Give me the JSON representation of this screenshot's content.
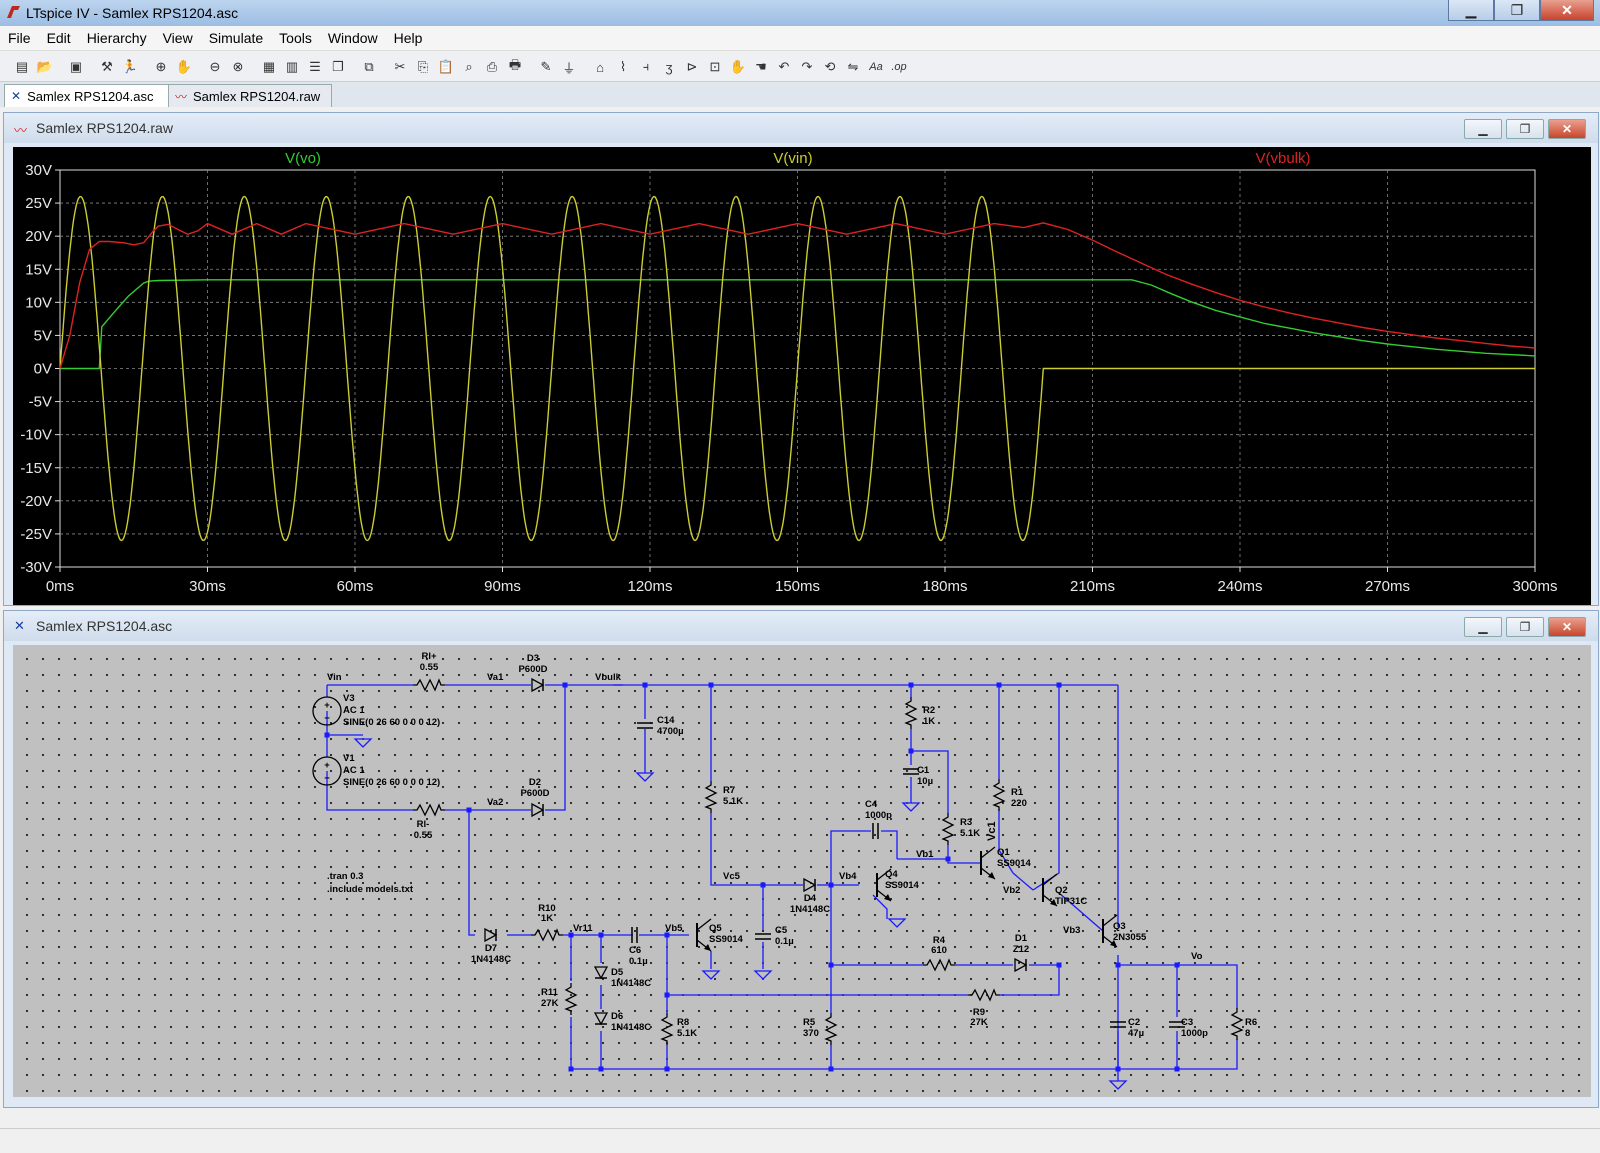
{
  "app": {
    "title": "LTspice IV - Samlex RPS1204.asc"
  },
  "window_buttons": {
    "minimize": "▁",
    "maximize": "❐",
    "close": "✕"
  },
  "menu": [
    "File",
    "Edit",
    "Hierarchy",
    "View",
    "Simulate",
    "Tools",
    "Window",
    "Help"
  ],
  "toolbar_icons": [
    "new-schematic-icon",
    "open-icon",
    "save-icon",
    "control-panel-icon",
    "run-icon",
    "zoom-in-icon",
    "pan-icon",
    "zoom-out-icon",
    "zoom-fit-icon",
    "autorange-icon",
    "mark-icon",
    "tile-icon",
    "cascade-icon",
    "close-all-icon",
    "cut-icon",
    "copy-icon",
    "paste-icon",
    "find-icon",
    "print-setup-icon",
    "print-icon",
    "draw-wire-icon",
    "ground-icon",
    "label-net-icon",
    "resistor-icon",
    "capacitor-icon",
    "inductor-icon",
    "diode-icon",
    "component-icon",
    "move-icon",
    "drag-icon",
    "undo-icon",
    "redo-icon",
    "rotate-icon",
    "mirror-icon",
    "text-icon",
    "spice-directive-icon"
  ],
  "tabs": [
    {
      "label": "Samlex RPS1204.asc",
      "icon": "schematic-icon",
      "active": true
    },
    {
      "label": "Samlex RPS1204.raw",
      "icon": "waveform-icon",
      "active": false
    }
  ],
  "waveform_window": {
    "title": "Samlex RPS1204.raw",
    "icon": "waveform-icon"
  },
  "schematic_window": {
    "title": "Samlex RPS1204.asc",
    "icon": "schematic-icon"
  },
  "mdi_buttons": {
    "minimize": "▁",
    "maximize": "❐",
    "close": "✕"
  },
  "chart_data": {
    "type": "line",
    "xlim": [
      0,
      300
    ],
    "ylim": [
      -30,
      30
    ],
    "x_ticks": [
      "0ms",
      "30ms",
      "60ms",
      "90ms",
      "120ms",
      "150ms",
      "180ms",
      "210ms",
      "240ms",
      "270ms",
      "300ms"
    ],
    "y_ticks": [
      "30V",
      "25V",
      "20V",
      "15V",
      "10V",
      "5V",
      "0V",
      "-5V",
      "-10V",
      "-15V",
      "-20V",
      "-25V",
      "-30V"
    ],
    "grid": true,
    "series": [
      {
        "name": "V(vo)",
        "color": "#33cc33",
        "x": [
          0,
          8,
          8.5,
          11,
          14,
          17,
          18,
          20,
          30,
          60,
          90,
          120,
          150,
          180,
          210,
          218,
          222,
          226,
          230,
          235,
          240,
          245,
          250,
          255,
          260,
          265,
          270,
          275,
          280,
          285,
          290,
          295,
          300
        ],
        "values": [
          0,
          0,
          6.3,
          8.5,
          11,
          12.9,
          13.2,
          13.3,
          13.4,
          13.4,
          13.4,
          13.4,
          13.4,
          13.4,
          13.4,
          13.4,
          12.6,
          11.3,
          10.1,
          8.8,
          7.8,
          6.8,
          6.1,
          5.4,
          4.8,
          4.2,
          3.7,
          3.3,
          2.9,
          2.6,
          2.3,
          2.1,
          1.9
        ]
      },
      {
        "name": "V(vin)",
        "color": "#cccc33",
        "note_only": false,
        "amplitude": 26,
        "frequency_hz": 60,
        "stop_ms": 200,
        "x": [
          0,
          200,
          300
        ],
        "values": [
          0,
          0,
          0
        ]
      },
      {
        "name": "V(vbulk)",
        "color": "#dd2222",
        "x": [
          0,
          2,
          4,
          6,
          8,
          10,
          13,
          15,
          17,
          19,
          20,
          22,
          24,
          26,
          28,
          30,
          35,
          40,
          45,
          50,
          60,
          70,
          80,
          90,
          100,
          110,
          120,
          130,
          140,
          150,
          160,
          170,
          180,
          190,
          196,
          200,
          205,
          210,
          215,
          220,
          225,
          230,
          235,
          240,
          245,
          250,
          255,
          260,
          265,
          270,
          275,
          280,
          285,
          290,
          295,
          300
        ],
        "values": [
          0,
          5,
          13,
          18,
          19.2,
          19.2,
          19,
          18.7,
          19,
          20.8,
          21.5,
          21.8,
          21,
          20.3,
          20.8,
          21.9,
          20.3,
          21.9,
          20.3,
          21.9,
          20.3,
          21.9,
          20.3,
          21.9,
          20.3,
          21.9,
          20.3,
          21.9,
          20.3,
          21.9,
          20.3,
          21.9,
          20.3,
          21.9,
          21.3,
          22.0,
          21.0,
          19.4,
          17.6,
          15.9,
          14.2,
          12.8,
          11.5,
          10.3,
          9.3,
          8.4,
          7.6,
          6.9,
          6.2,
          5.6,
          5.1,
          4.6,
          4.2,
          3.8,
          3.4,
          3.1
        ]
      }
    ]
  },
  "schematic": {
    "directive_lines": [
      ".tran 0.3",
      ".include models.txt"
    ],
    "components": [
      {
        "ref": "V3",
        "lines": [
          "AC 1",
          "SINE(0 26 60 0 0 0 12)"
        ]
      },
      {
        "ref": "V1",
        "lines": [
          "AC 1",
          "SINE(0 26 60 0 0 0 12)"
        ]
      },
      {
        "ref": "Rl+",
        "value": "0.55"
      },
      {
        "ref": "Rl-",
        "value": "0.55"
      },
      {
        "ref": "D3",
        "value": "P600D"
      },
      {
        "ref": "D2",
        "value": "P600D"
      },
      {
        "ref": "C14",
        "value": "4700µ"
      },
      {
        "ref": "R7",
        "value": "5.1K"
      },
      {
        "ref": "R2",
        "value": "1K"
      },
      {
        "ref": "C1",
        "value": "10µ"
      },
      {
        "ref": "R3",
        "value": "5.1K"
      },
      {
        "ref": "R1",
        "value": "220"
      },
      {
        "ref": "C4",
        "value": "1000p"
      },
      {
        "ref": "Q4",
        "value": "SS9014"
      },
      {
        "ref": "Q1",
        "value": "SS9014"
      },
      {
        "ref": "Q2",
        "value": "TIP31C"
      },
      {
        "ref": "Q3",
        "value": "2N3055"
      },
      {
        "ref": "D4",
        "value": "1N4148C"
      },
      {
        "ref": "C5",
        "value": "0.1µ"
      },
      {
        "ref": "Q5",
        "value": "SS9014"
      },
      {
        "ref": "D7",
        "value": "1N4148C"
      },
      {
        "ref": "R10",
        "value": "1K"
      },
      {
        "ref": "C6",
        "value": "0.1µ"
      },
      {
        "ref": "D5",
        "value": "1N4148C"
      },
      {
        "ref": "D6",
        "value": "1N4148C"
      },
      {
        "ref": "R11",
        "value": "27K"
      },
      {
        "ref": "R8",
        "value": "5.1K"
      },
      {
        "ref": "R5",
        "value": "370"
      },
      {
        "ref": "R4",
        "value": "610"
      },
      {
        "ref": "D1",
        "value": "Z12"
      },
      {
        "ref": "R9",
        "value": "27K"
      },
      {
        "ref": "C2",
        "value": "47µ"
      },
      {
        "ref": "C3",
        "value": "1000p"
      },
      {
        "ref": "R6",
        "value": "8"
      }
    ],
    "nets": [
      "Vin",
      "Va1",
      "Vbulk",
      "Va2",
      "Vc5",
      "Vb4",
      "Vb1",
      "Vc1",
      "Vb2",
      "Vb3",
      "Vr11",
      "Vb5",
      "Vo"
    ]
  }
}
